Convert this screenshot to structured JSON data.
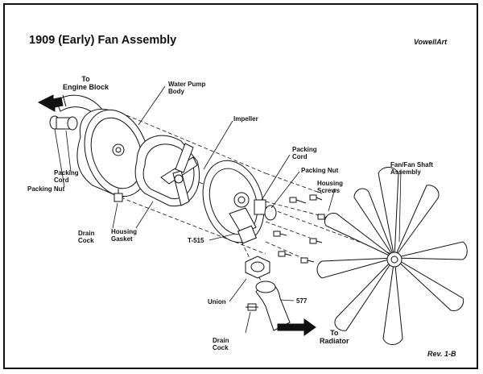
{
  "title": "1909 (Early) Fan Assembly",
  "brand": "VowellArt",
  "revision": "Rev. 1-B",
  "labels": {
    "to_engine_block_1": "To",
    "to_engine_block_2": "Engine Block",
    "water_pump_body_1": "Water Pump",
    "water_pump_body_2": "Body",
    "impeller": "Impeller",
    "packing_cord_left_1": "Packing",
    "packing_cord_left_2": "Cord",
    "packing_nut_left": "Packing Nut",
    "drain_cock_left_1": "Drain",
    "drain_cock_left_2": "Cock",
    "housing_gasket_1": "Housing",
    "housing_gasket_2": "Gasket",
    "packing_cord_right_1": "Packing",
    "packing_cord_right_2": "Cord",
    "packing_nut_right": "Packing Nut",
    "housing_screws_1": "Housing",
    "housing_screws_2": "Screws",
    "fan_shaft_1": "Fan/Fan Shaft",
    "fan_shaft_2": "Assembly",
    "part_t515": "T-515",
    "union": "Union",
    "part_577": "577",
    "drain_cock_bottom_1": "Drain",
    "drain_cock_bottom_2": "Cock",
    "to_radiator_1": "To",
    "to_radiator_2": "Radiator"
  }
}
